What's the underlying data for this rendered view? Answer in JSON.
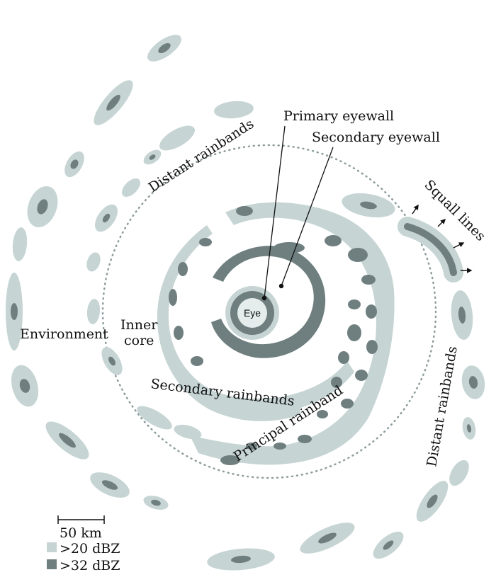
{
  "colors": {
    "light": "#c6d4d4",
    "dark": "#6f7f7f",
    "eye_fill": "#e4ecec",
    "text": "#111111",
    "dotted_circle": "#8c9c9c"
  },
  "labels": {
    "primary_eyewall": "Primary eyewall",
    "secondary_eyewall": "Secondary eyewall",
    "distant_rainbands_top": "Distant rainbands",
    "distant_rainbands_right": "Distant rainbands",
    "squall_lines": "Squall lines",
    "environment": "Environment",
    "inner": "Inner",
    "core": "core",
    "secondary_rainbands": "Secondary  rainbands",
    "principal_rainband": "Principal rainband",
    "eye": "Eye"
  },
  "legend": {
    "scale": "50 km",
    "light": ">20 dBZ",
    "dark": ">32 dBZ"
  },
  "icons": [
    "arrow-icon"
  ]
}
